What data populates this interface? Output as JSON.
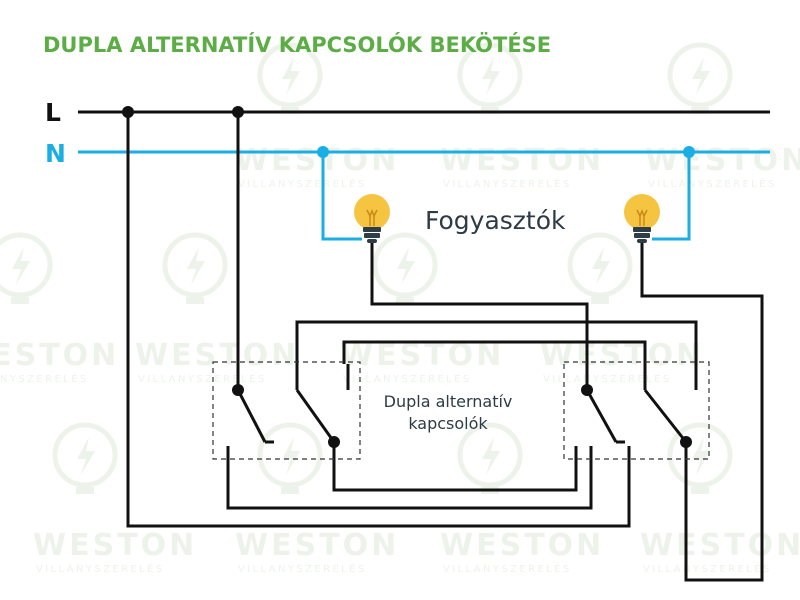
{
  "title": "DUPLA ALTERNATÍV KAPCSOLÓK BEKÖTÉSE",
  "lines": {
    "live": {
      "label": "L",
      "color": "#111111"
    },
    "neutral": {
      "label": "N",
      "color": "#1aaee5"
    }
  },
  "consumers_label": "Fogyasztók",
  "switches_label": {
    "line1": "Dupla alternatív",
    "line2": "kapcsolók"
  },
  "watermark": {
    "brand": "WESTON",
    "sub": "VILLANYSZERELÉS",
    "icon": "lightbulb-bolt-icon"
  },
  "colors": {
    "title": "#5cad45",
    "bulb": "#f5c542",
    "bulb_base": "#2f3d46",
    "wire": "#111111",
    "neutral_wire": "#1aaee5"
  }
}
